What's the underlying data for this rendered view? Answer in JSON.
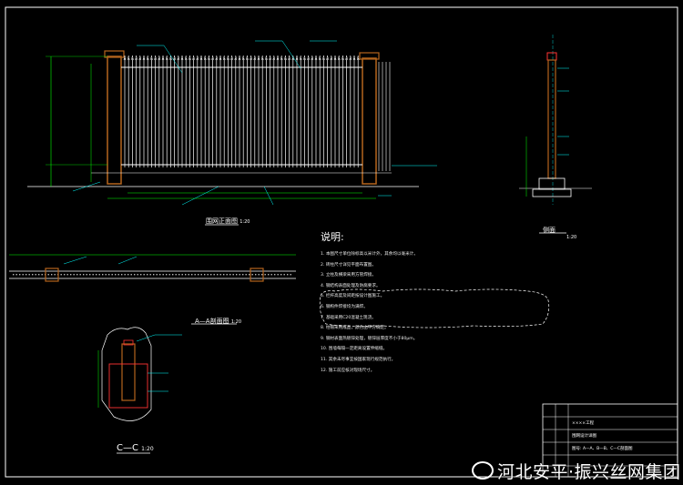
{
  "drawing": {
    "front_view_title": "围网正面图",
    "front_view_scale": "1:20",
    "side_view_title": "侧面",
    "side_view_scale": "1:20",
    "plan_view_title": "A—A剖面图",
    "plan_view_scale": "1:20",
    "section_title": "C—C",
    "section_scale": "1:20",
    "notes_title": "说明:",
    "notes": [
      "1. 本图尺寸单位除标高以米计外，其余均以毫米计。",
      "2. 砖柱尺寸详见平面布置图。",
      "3. 立柱及横梁采用方管焊接。",
      "4. 钢结构表面处理及防腐要求。",
      "5. 栏杆高度及间距按设计图施工。",
      "6. 钢构件焊接均为满焊。",
      "7. 基础采用C20混凝土现浇。",
      "8. 柱帽采用成品，颜色由甲方确定。",
      "9. 钢材表面热镀锌处理，镀锌层厚度不小于80μm。",
      "10. 围墙每隔一定距离设置伸缩缝。",
      "11. 其余未尽事宜按国家现行规范执行。",
      "12. 施工前应核对现场尺寸。"
    ],
    "title_block": {
      "row1": "××××工程",
      "row2": "围网设计详图",
      "row3": "图号: A—A、B—B、C—C剖面图"
    }
  },
  "watermark": "河北安平·振兴丝网集团",
  "colors": {
    "background": "#000000",
    "lines": "#ffffff",
    "pillar": "#b5651d",
    "dimension": "#00ff00",
    "leader": "#00ffff",
    "accent": "#ff3333"
  }
}
